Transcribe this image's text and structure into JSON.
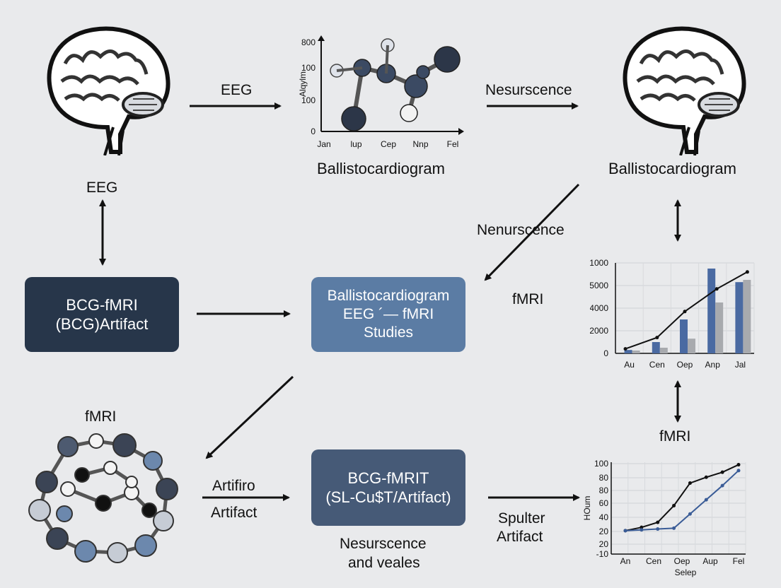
{
  "colors": {
    "background": "#e9eaec",
    "dark_box": "#27364a",
    "light_box": "#5b7ca4",
    "mid_box": "#465a77",
    "bar_blue": "#4a6aa2",
    "bar_gray": "#a8aaae",
    "line_dark": "#111111",
    "line_blue": "#3a5c97"
  },
  "labels": {
    "eeg_top": "EEG",
    "neuro_top": "Nesurscence",
    "ballisto_mid": "Ballistocardiogram",
    "ballisto_right": "Ballistocardiogram",
    "eeg_left": "EEG",
    "neuro_diag": "Nenurscence",
    "fmri_center": "fMRI",
    "fmri_left": "fMRI",
    "fmri_right": "fMRI",
    "artifact_arrow_1": "Artifiro",
    "artifact_arrow_2": "Artifact",
    "spulter_1": "Spulter",
    "spulter_2": "Artifact",
    "bottom_caption_1": "Nesurscence",
    "bottom_caption_2": "and veales"
  },
  "boxes": {
    "left": [
      "BCG-fMRI",
      "(BCG)Artifact"
    ],
    "center": [
      "Ballistocardiogram",
      "EEG ´— fMRI",
      "Studies"
    ],
    "bottom": [
      "BCG-fMRIT",
      "(SL-Cu$T/Artifact)"
    ]
  },
  "icons": [
    "brain-icon",
    "molecule-icon",
    "arrow-icon",
    "double-arrow-icon"
  ],
  "chart_data": [
    {
      "type": "scatter",
      "title": "",
      "ylabel": "Alqylm",
      "xlabel": "",
      "categories": [
        "Jan",
        "lup",
        "Cep",
        "Nnp",
        "Fel"
      ],
      "y_ticks": [
        "0",
        "100",
        "100",
        "800"
      ],
      "ylim": [
        0,
        800
      ],
      "grid": false,
      "series": [
        {
          "x": [
            "Jan",
            "lup",
            "Cep",
            "Nnp",
            "Fel"
          ],
          "values": [
            240,
            420,
            460,
            400,
            520
          ]
        }
      ]
    },
    {
      "type": "bar",
      "title": "",
      "categories": [
        "Au",
        "Cen",
        "Oep",
        "Anp",
        "Jal"
      ],
      "y_ticks": [
        "0",
        "2000",
        "4000",
        "5000",
        "1000"
      ],
      "ylim": [
        0,
        8000
      ],
      "grid": true,
      "series": [
        {
          "values": [
            300,
            1000,
            3000,
            7500,
            6300
          ]
        },
        {
          "values": [
            250,
            500,
            1300,
            4500,
            6500
          ]
        }
      ],
      "line": [
        400,
        1400,
        3700,
        5700,
        7200
      ]
    },
    {
      "type": "line",
      "title": "",
      "ylabel": "HOum",
      "xlabel": "Selep",
      "categories": [
        "An",
        "Cen",
        "Oep",
        "Aup",
        "Fel"
      ],
      "y_ticks": [
        "-10",
        "20",
        "20",
        "40",
        "60",
        "80",
        "80",
        "100"
      ],
      "ylim": [
        -10,
        100
      ],
      "grid": true,
      "series": [
        {
          "x": [
            0,
            0.5,
            1,
            1.5,
            2,
            2.5,
            3,
            3.5
          ],
          "values": [
            18,
            22,
            28,
            48,
            75,
            82,
            88,
            97
          ]
        },
        {
          "x": [
            0,
            0.5,
            1,
            1.5,
            2,
            2.5,
            3,
            3.5
          ],
          "values": [
            18,
            19,
            20,
            21,
            38,
            55,
            72,
            90
          ]
        }
      ]
    }
  ]
}
